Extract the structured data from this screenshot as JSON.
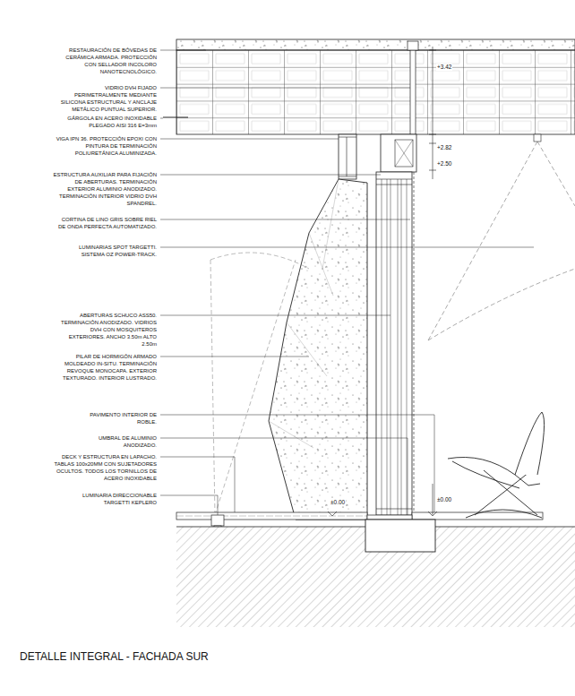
{
  "diagram": {
    "title": "DETALLE INTEGRAL - FACHADA SUR",
    "labels": [
      "RESTAURACIÓN DE BÓVEDAS DE CERÁMICA ARMADA. PROTECCIÓN CON SELLADOR INCOLORO NANOTECNOLÓGICO.",
      "VIDRIO DVH FIJADO PERIMETRALMENTE MEDIANTE SILICONA ESTRUCTURAL Y ANCLAJE METÁLICO PUNTUAL SUPERIOR.",
      "GÁRGOLA EN ACERO INOXIDABLE PLEGADO AISI 316 E=3mm",
      "VIGA IPN 36. PROTECCIÓN EPOXI CON PINTURA DE TERMINACIÓN POLIURETÁNICA ALUMINIZADA.",
      "ESTRUCTURA AUXILIAR PARA FIJACIÓN DE ABERTURAS. TERMINACIÓN EXTERIOR ALUMINIO ANODIZADO. TERMINACIÓN INTERIOR VIDRIO DVH SPANDREL.",
      "CORTINA DE LINO GRIS SOBRE RIEL DE ONDA PERFECTA AUTOMATIZADO.",
      "LUMINARIAS SPOT TARGETTI. SISTEMA OZ POWER-TRACK.",
      "ABERTURAS SCHUCO ASS50. TERMINACIÓN ANODIZADO. VIDRIOS DVH CON MOSQUITEROS EXTERIORES. ANCHO 3.50m ALTO 2.50m",
      "PILAR DE HORMIGÓN ARMADO MOLDEADO IN-SITU. TERMINACIÓN REVOQUE MONOCAPA. EXTERIOR TEXTURADO. INTERIOR LUSTRADO.",
      "PAVIMENTO INTERIOR DE ROBLE.",
      "UMBRAL DE ALUMINIO ANODIZADO.",
      "DECK Y ESTRUCTURA EN LAPACHO. TABLAS 100x20MM CON SUJETADORES OCULTOS. TODOS LOS TORNILLOS DE ACERO INOXIDABLE",
      "LUMINARIA DIRECCIONABLE TARGETTI KEPLERO",
      "+3.42",
      "+2.82",
      "+2.50",
      "±0.00",
      "±0.00"
    ]
  }
}
